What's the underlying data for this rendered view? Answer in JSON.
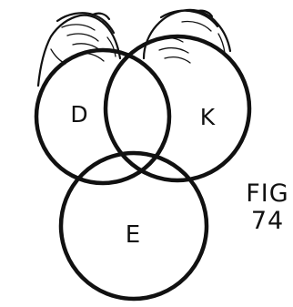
{
  "sets": [
    {
      "id": "D",
      "label": "D"
    },
    {
      "id": "K",
      "label": "K"
    },
    {
      "id": "E",
      "label": "E"
    }
  ],
  "figure": {
    "line1": "FIG",
    "line2": "74"
  },
  "colors": {
    "ink": "#111111",
    "background": "#ffffff"
  },
  "decorations": [
    "left-hand-illustration",
    "right-hand-illustration"
  ]
}
